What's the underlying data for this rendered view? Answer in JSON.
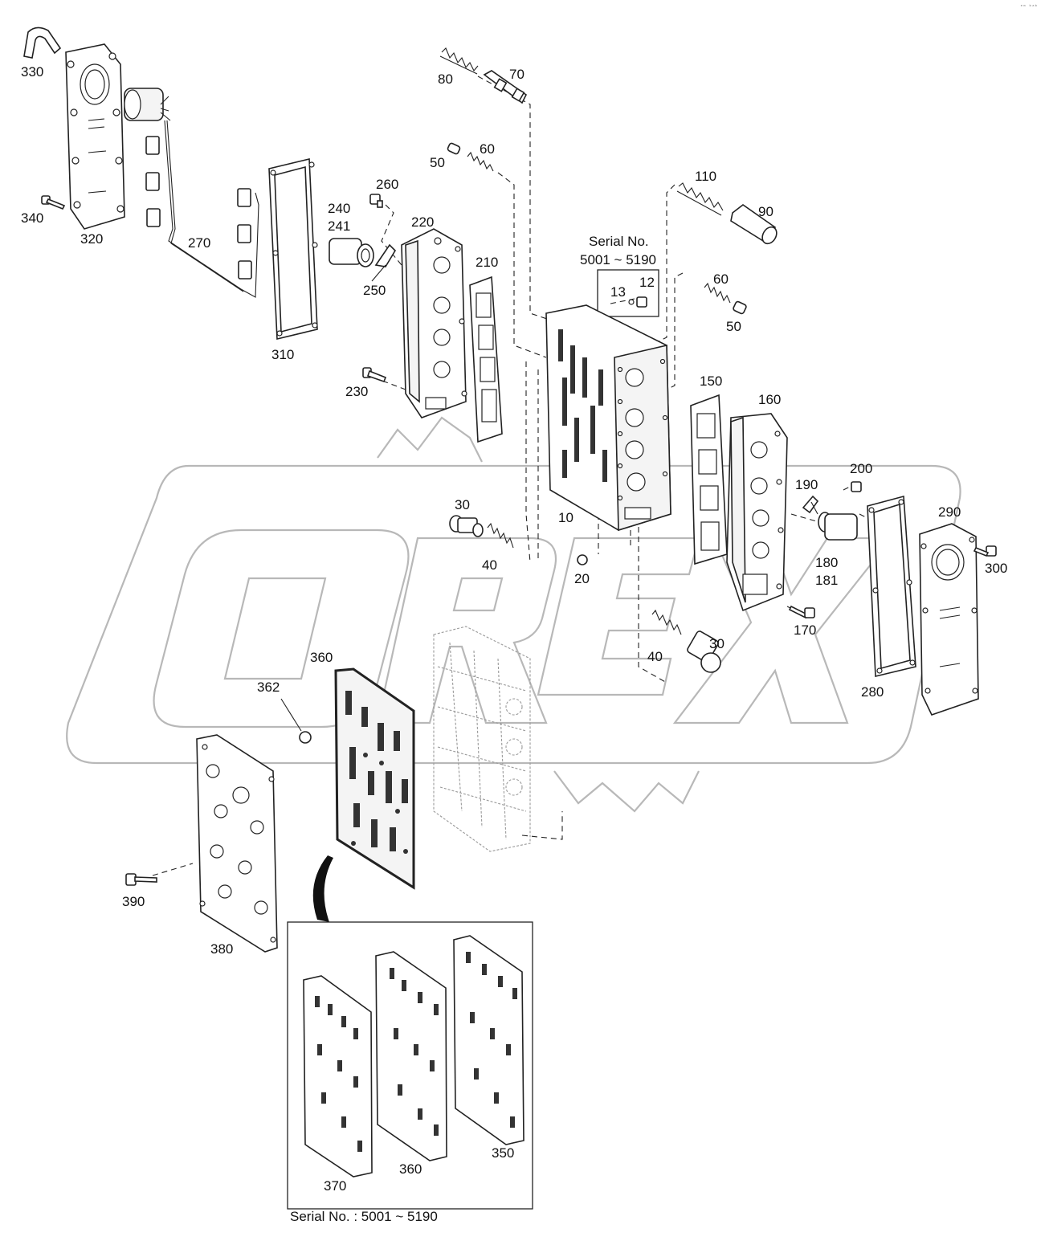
{
  "corner_code": "ᵉᵐ ᵇᵃᵇ",
  "watermark": {
    "text": "OREX",
    "color": "#b8b8b8"
  },
  "serial_note_top": {
    "line1": "Serial No.",
    "line2": "5001 ~ 5190"
  },
  "serial_note_bottom": "Serial No. : 5001 ~ 5190",
  "callouts": {
    "c330": "330",
    "c340": "340",
    "c320": "320",
    "c270": "270",
    "c310": "310",
    "c80": "80",
    "c70": "70",
    "c50a": "50",
    "c60a": "60",
    "c260": "260",
    "c240": "240",
    "c241": "241",
    "c220": "220",
    "c210": "210",
    "c250": "250",
    "c230": "230",
    "c110": "110",
    "c90": "90",
    "c60b": "60",
    "c50b": "50",
    "c13": "13",
    "c12": "12",
    "c150": "150",
    "c160": "160",
    "c200": "200",
    "c190": "190",
    "c290": "290",
    "c300": "300",
    "c180": "180",
    "c181": "181",
    "c170": "170",
    "c280": "280",
    "c30a": "30",
    "c40a": "40",
    "c10": "10",
    "c20": "20",
    "c40b": "40",
    "c30b": "30",
    "c360": "360",
    "c362": "362",
    "c390": "390",
    "c380": "380",
    "c370i": "370",
    "c360i": "360",
    "c350i": "350"
  }
}
